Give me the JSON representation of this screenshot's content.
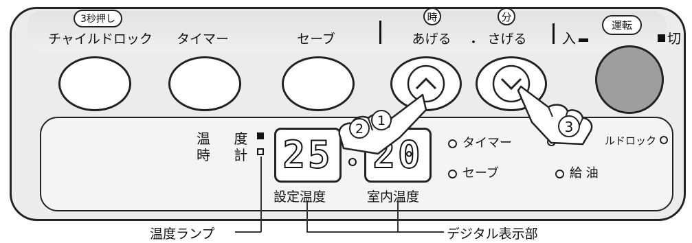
{
  "buttons": {
    "childlock": {
      "badge": "3秒押し",
      "label": "チャイルドロック"
    },
    "timer": {
      "label": "タイマー"
    },
    "save": {
      "label": "セーブ"
    },
    "up": {
      "badge": "時",
      "label": "あげる"
    },
    "separator": "・",
    "down": {
      "badge": "分",
      "label": "さげる"
    },
    "power": {
      "badge": "運転",
      "on_label": "入",
      "off_label": "切"
    }
  },
  "display": {
    "lamp_temp_label": "温 度",
    "lamp_clock_label": "時 計",
    "set_temp_value": "25",
    "set_temp_label": "設定温度",
    "room_temp_value": "20",
    "room_temp_label": "室内温度",
    "status_timer": "タイマー",
    "status_save": "セーブ",
    "status_childlock": "ルドロック",
    "status_refuel": "給 油"
  },
  "steps": [
    "1",
    "2",
    "3"
  ],
  "callouts": {
    "temp_lamp": "温度ランプ",
    "digital_display": "デジタル表示部"
  }
}
